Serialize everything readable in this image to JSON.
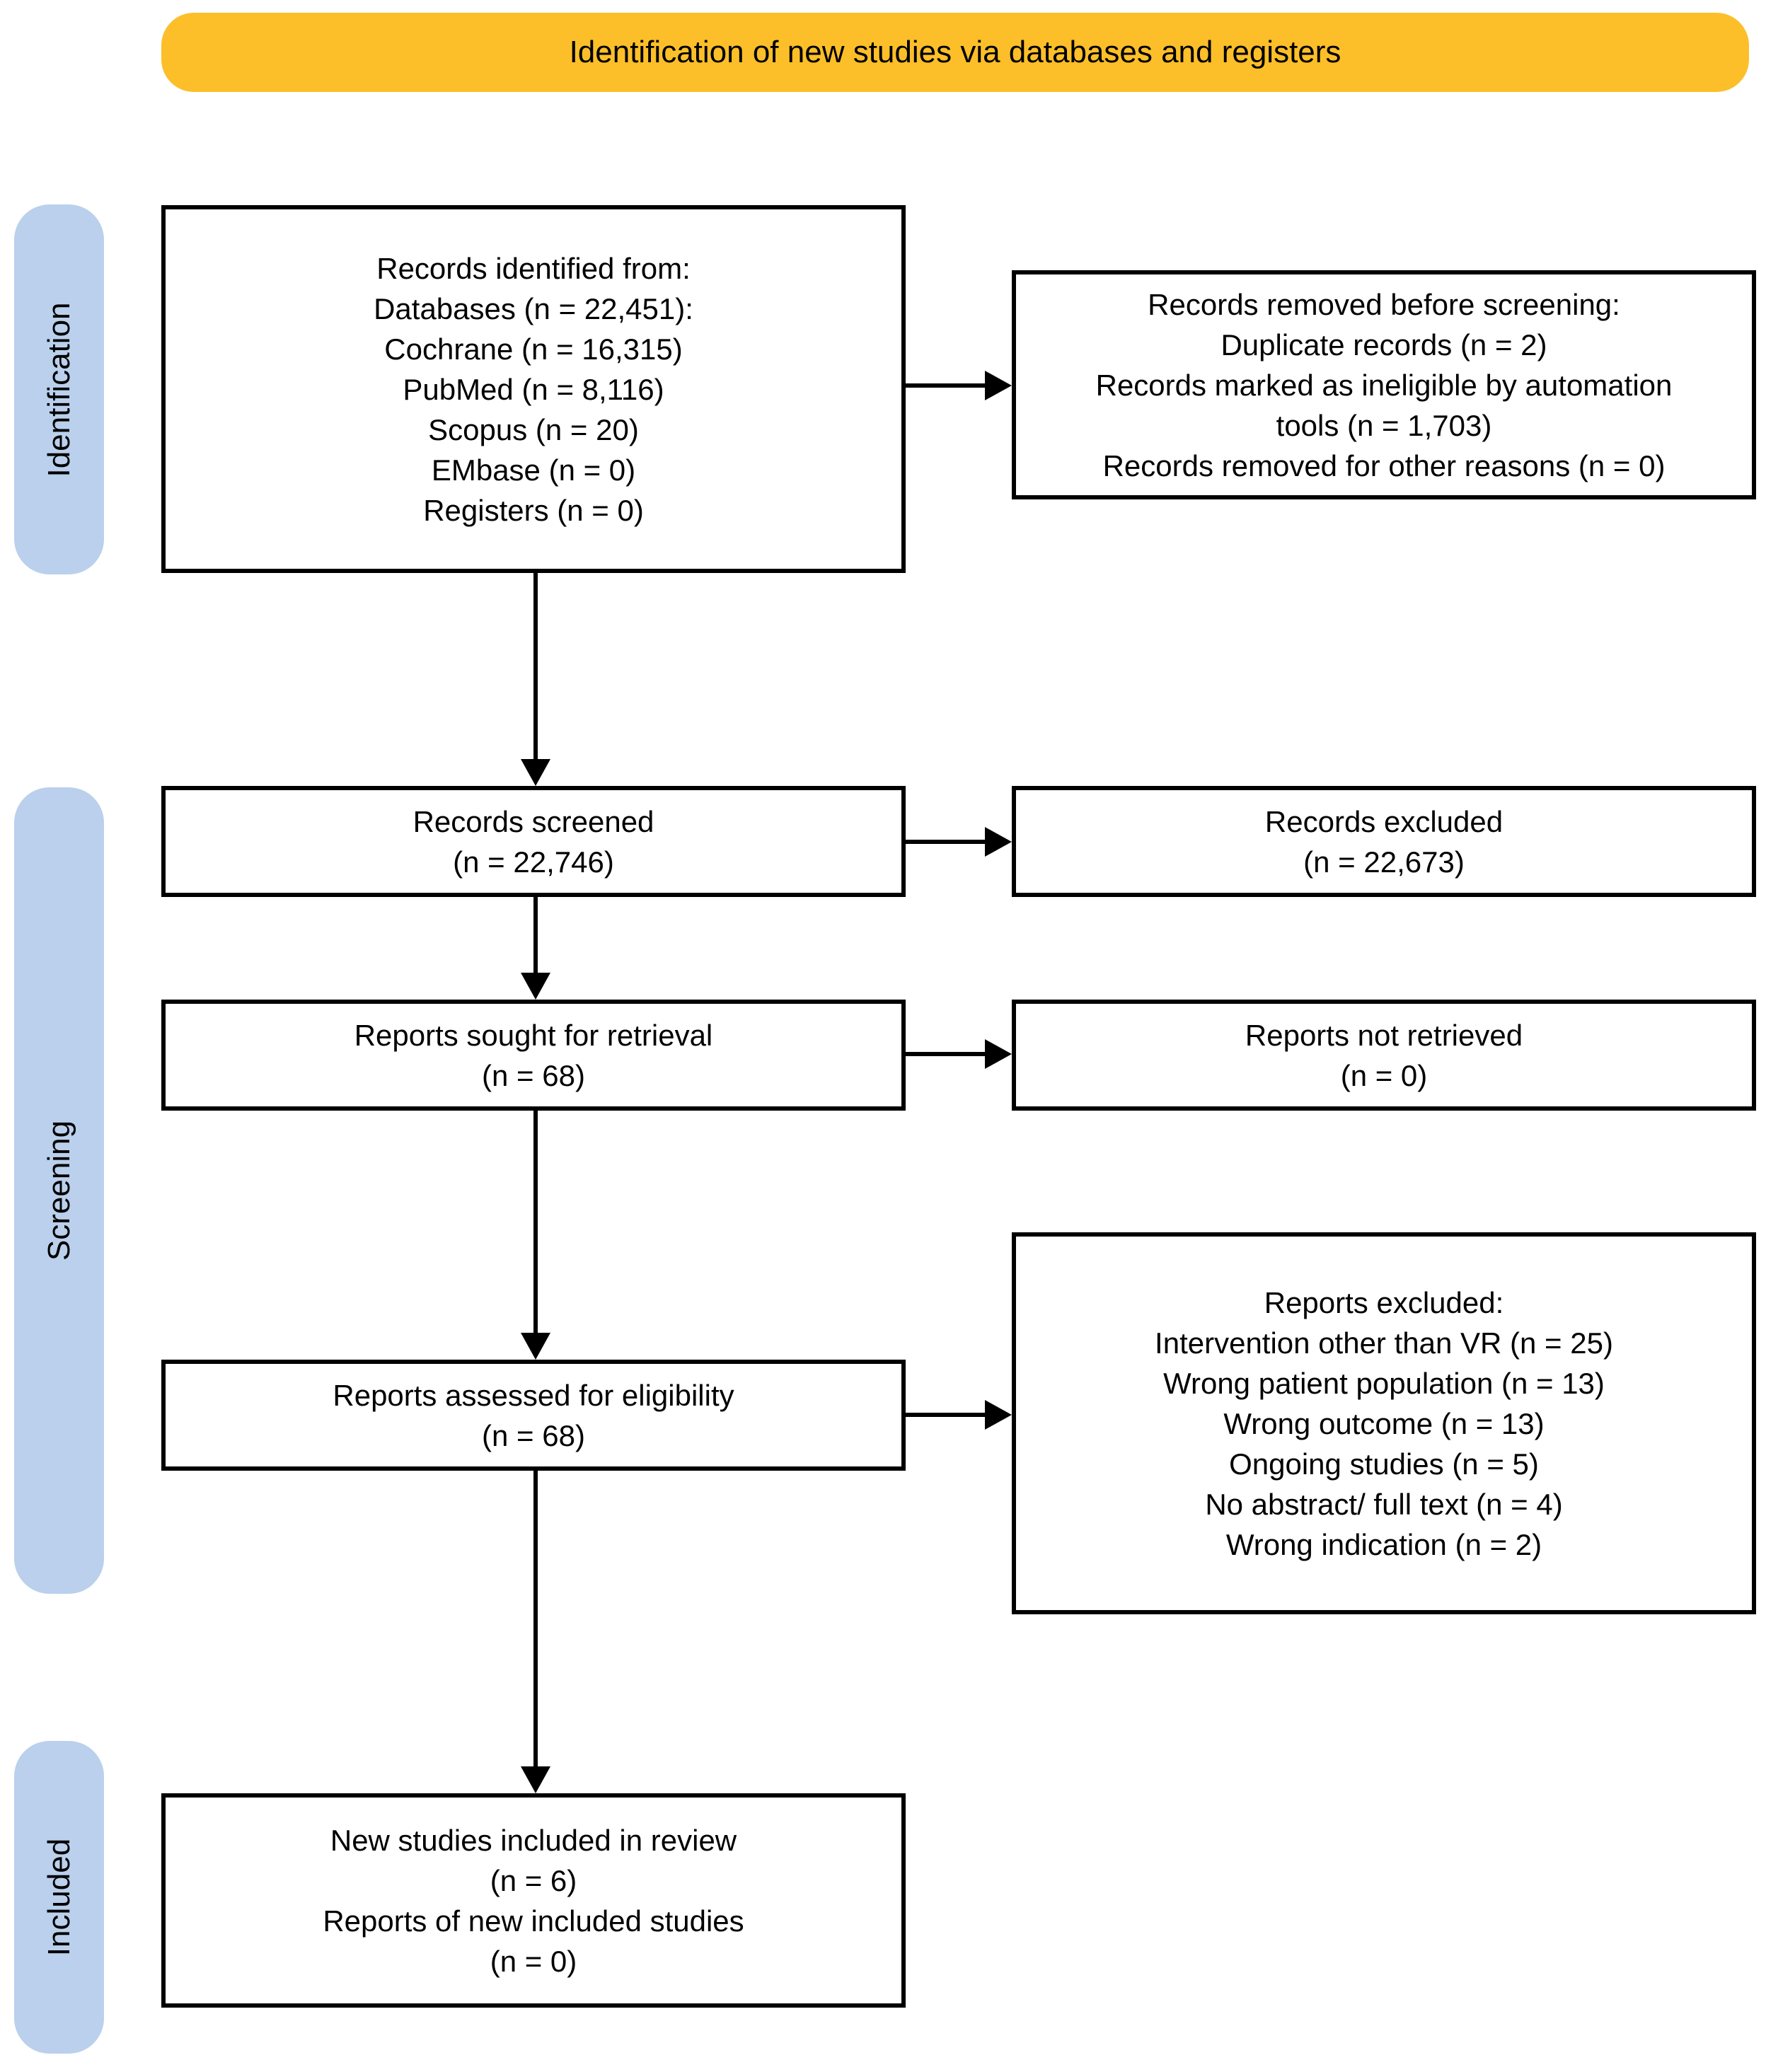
{
  "header": {
    "title": "Identification of new studies via databases and registers"
  },
  "stages": [
    {
      "id": "identification",
      "label": "Identification"
    },
    {
      "id": "screening",
      "label": "Screening"
    },
    {
      "id": "included",
      "label": "Included"
    }
  ],
  "boxes": {
    "records_identified": {
      "lines": [
        "Records identified from:",
        "Databases (n = 22,451):",
        "Cochrane (n = 16,315)",
        "PubMed (n = 8,116)",
        "Scopus (n = 20)",
        "EMbase (n = 0)",
        "Registers (n = 0)"
      ]
    },
    "records_removed": {
      "lines": [
        "Records removed before screening:",
        "Duplicate records (n = 2)",
        "Records marked as ineligible by automation",
        "tools (n = 1,703)",
        "Records removed for other reasons (n = 0)"
      ]
    },
    "records_screened": {
      "lines": [
        "Records screened",
        "(n = 22,746)"
      ]
    },
    "records_excluded": {
      "lines": [
        "Records excluded",
        "(n = 22,673)"
      ]
    },
    "reports_sought": {
      "lines": [
        "Reports sought for retrieval",
        "(n = 68)"
      ]
    },
    "reports_not_retrieved": {
      "lines": [
        "Reports not retrieved",
        "(n = 0)"
      ]
    },
    "reports_assessed": {
      "lines": [
        "Reports assessed for eligibility",
        "(n = 68)"
      ]
    },
    "reports_excluded": {
      "lines": [
        "Reports excluded:",
        "Intervention other than VR (n = 25)",
        "Wrong patient population (n = 13)",
        "Wrong outcome (n = 13)",
        "Ongoing studies (n = 5)",
        "No abstract/ full text (n = 4)",
        "Wrong indication (n = 2)"
      ]
    },
    "new_studies_included": {
      "lines": [
        "New studies included in review",
        "(n = 6)",
        "Reports of new included studies",
        "(n = 0)"
      ]
    }
  },
  "colors": {
    "header_bg": "#FCBF29",
    "stage_bg": "#BAD0EC",
    "box_border": "#000000",
    "box_bg": "#FFFFFF"
  }
}
